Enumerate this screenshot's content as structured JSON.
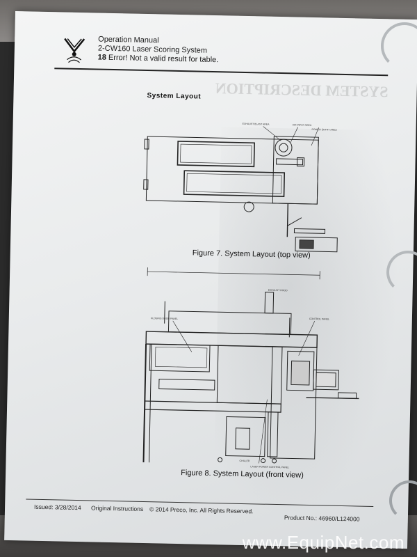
{
  "header": {
    "title_line1": "Operation Manual",
    "title_line2": "2-CW160 Laser Scoring System",
    "section_num": "18",
    "section_text": "Error! Not a valid result for table."
  },
  "section_title": "System Layout",
  "ghost_heading": "SYSTEM DESCRIPTION",
  "figure7_caption": "Figure 7. System Layout (top view)",
  "figure8_caption": "Figure 8. System Layout (front view)",
  "footer": {
    "issued": "Issued: 3/28/2014",
    "instructions": "Original Instructions",
    "copyright": "© 2014 Preco, Inc. All Rights Reserved.",
    "product": "Product No.: 46960/L124000"
  },
  "watermark": "www.EquipNet.com"
}
